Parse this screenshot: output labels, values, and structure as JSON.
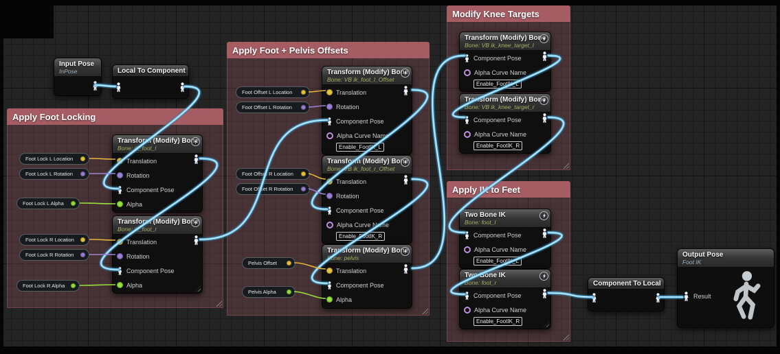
{
  "icons": {
    "pose_pin": "person-silhouette",
    "fast_path": "lightning-bolt-in-circle",
    "preview_mesh": "gray-mannequin-figure",
    "resize_grip": "diagonal-stripes-triangle"
  },
  "colors": {
    "comment_header": "#a55d63",
    "comment_body_tint": "rgba(165,93,99,0.27)",
    "wire_pose": "#6cc5f0",
    "pin_location": "#e9c63f",
    "pin_rotation": "#9b82d8",
    "pin_alpha": "#97e33c",
    "pin_name": "#c08fdd"
  },
  "pin_labels": {
    "translation": "Translation",
    "rotation": "Rotation",
    "component_pose": "Component Pose",
    "alpha": "Alpha",
    "alpha_curve_name": "Alpha Curve Name",
    "result": "Result"
  },
  "comments": {
    "foot_locking": "Apply Foot Locking",
    "foot_pelvis_offsets": "Apply Foot + Pelvis Offsets",
    "knee_targets": "Modify Knee Targets",
    "ik_to_feet": "Apply IK to Feet"
  },
  "nodes": {
    "input_pose": {
      "title": "Input Pose",
      "subtitle": "InPose"
    },
    "local_to_component": {
      "title": "Local To Component"
    },
    "component_to_local": {
      "title": "Component To Local"
    },
    "output_pose": {
      "title": "Output Pose",
      "subtitle": "Foot IK"
    },
    "transform_modify_bone_title": "Transform (Modify) Bone",
    "two_bone_ik_title": "Two Bone IK",
    "ik_foot_l": {
      "bone": "Bone: ik_foot_l"
    },
    "ik_foot_r": {
      "bone": "Bone: ik_foot_r"
    },
    "vb_ik_foot_l_offset": {
      "bone": "Bone: VB ik_foot_l_Offset",
      "alpha_curve": "Enable_FootIK_L"
    },
    "vb_ik_foot_r_offset": {
      "bone": "Bone: VB ik_foot_r_Offset",
      "alpha_curve": "Enable_FootIK_R"
    },
    "pelvis": {
      "bone": "Bone: pelvis"
    },
    "vb_ik_knee_target_l": {
      "bone": "Bone: VB ik_knee_target_l",
      "alpha_curve": "Enable_FootIK_L"
    },
    "vb_ik_knee_target_r": {
      "bone": "Bone: VB ik_knee_target_r",
      "alpha_curve": "Enable_FootIK_R"
    },
    "two_bone_ik_foot_l": {
      "bone": "Bone: foot_l",
      "alpha_curve": "Enable_FootIK_L"
    },
    "two_bone_ik_foot_r": {
      "bone": "Bone: foot_r",
      "alpha_curve": "Enable_FootIK_R"
    }
  },
  "pills": {
    "foot_lock_l_location": "Foot Lock L Location",
    "foot_lock_l_rotation": "Foot Lock L Rotation",
    "foot_lock_l_alpha": "Foot Lock L Alpha",
    "foot_lock_r_location": "Foot Lock R Location",
    "foot_lock_r_rotation": "Foot Lock R Rotation",
    "foot_lock_r_alpha": "Foot Lock R Alpha",
    "foot_offset_l_location": "Foot Offset L Location",
    "foot_offset_l_rotation": "Foot Offset L Rotation",
    "foot_offset_r_location": "Foot Offset R Location",
    "foot_offset_r_rotation": "Foot Offset R Rotation",
    "pelvis_offset": "Pelvis Offset",
    "pelvis_alpha": "Pelvis Alpha"
  }
}
